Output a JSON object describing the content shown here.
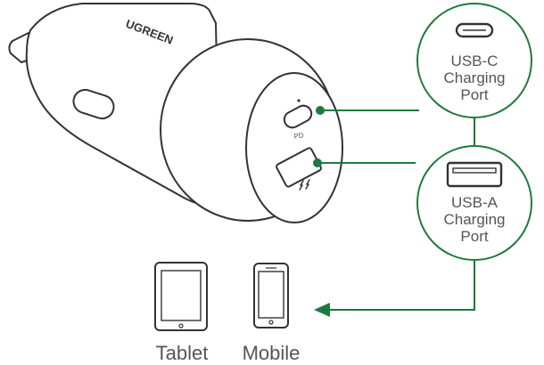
{
  "brand": "UGREEN",
  "port_pd_label": "PD",
  "usb_c_callout": {
    "line1": "USB-C",
    "line2": "Charging",
    "line3": "Port"
  },
  "usb_a_callout": {
    "line1": "USB-A",
    "line2": "Charging",
    "line3": "Port"
  },
  "devices": {
    "tablet_label": "Tablet",
    "mobile_label": "Mobile"
  },
  "colors": {
    "accent_green": "#1e7a3c",
    "outline": "#333333",
    "text": "#555555"
  },
  "icons": [
    "usb-c-port-icon",
    "usb-a-port-icon",
    "tablet-icon",
    "mobile-phone-icon",
    "lightning-icon"
  ]
}
